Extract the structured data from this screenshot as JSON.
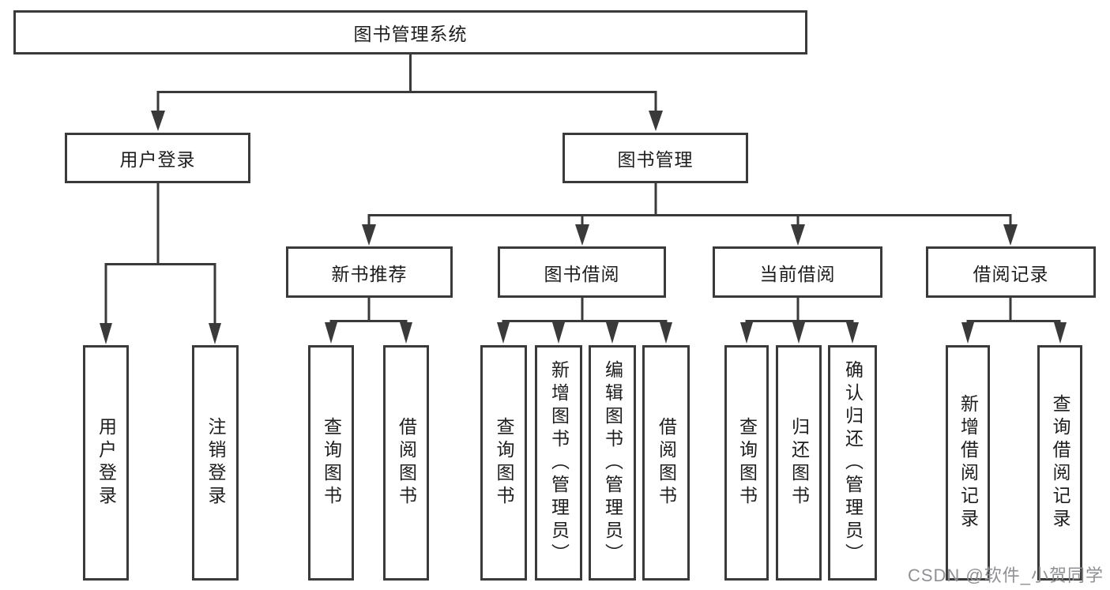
{
  "diagram": {
    "root": {
      "label": "图书管理系统"
    },
    "branches": [
      {
        "label": "用户登录",
        "children": [
          {
            "label": "用户登录"
          },
          {
            "label": "注销登录"
          }
        ]
      },
      {
        "label": "图书管理",
        "children": [
          {
            "label": "新书推荐",
            "children": [
              {
                "label": "查询图书"
              },
              {
                "label": "借阅图书"
              }
            ]
          },
          {
            "label": "图书借阅",
            "children": [
              {
                "label": "查询图书"
              },
              {
                "label": "新增图书（管理员）"
              },
              {
                "label": "编辑图书（管理员）"
              },
              {
                "label": "借阅图书"
              }
            ]
          },
          {
            "label": "当前借阅",
            "children": [
              {
                "label": "查询图书"
              },
              {
                "label": "归还图书"
              },
              {
                "label": "确认归还（管理员）"
              }
            ]
          },
          {
            "label": "借阅记录",
            "children": [
              {
                "label": "新增借阅记录"
              },
              {
                "label": "查询借阅记录"
              }
            ]
          }
        ]
      }
    ]
  },
  "watermark": {
    "text": "CSDN @软件_小贺同学"
  },
  "colors": {
    "line": "#3a3a3a",
    "text": "#1d1d1f",
    "box_background": "#ffffff",
    "watermark": "#8f9093",
    "background": "#ffffff"
  }
}
